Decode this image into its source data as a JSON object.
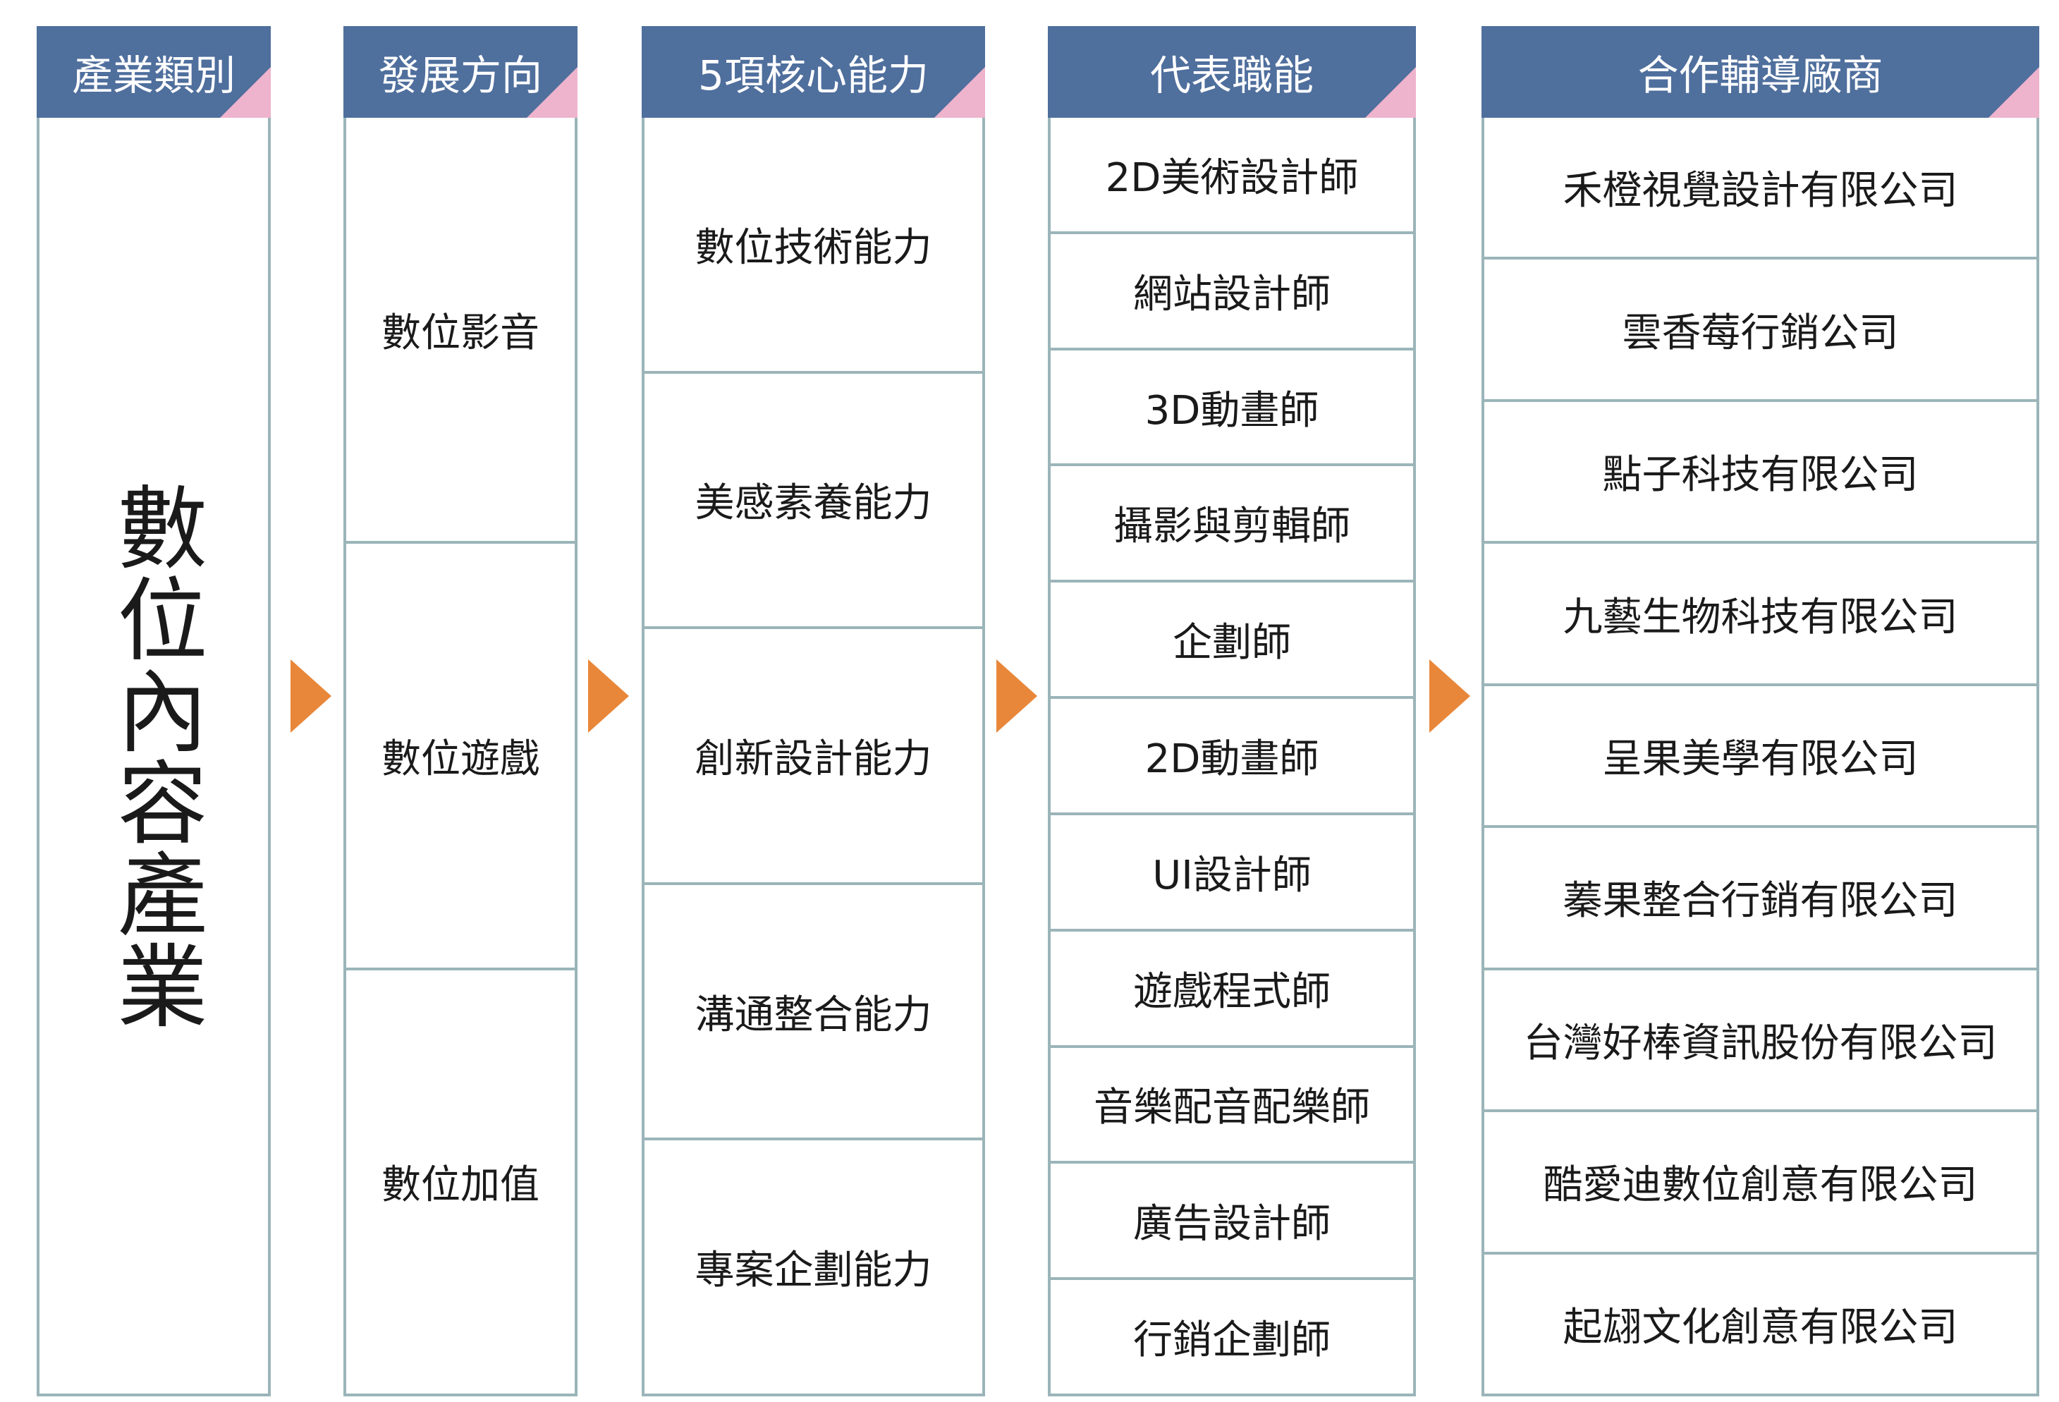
{
  "columns": [
    {
      "header": "產業類別",
      "cells": [
        "數位內容產業"
      ]
    },
    {
      "header": "發展方向",
      "cells": [
        "數位影音",
        "數位遊戲",
        "數位加值"
      ]
    },
    {
      "header": "5項核心能力",
      "cells": [
        "數位技術能力",
        "美感素養能力",
        "創新設計能力",
        "溝通整合能力",
        "專案企劃能力"
      ]
    },
    {
      "header": "代表職能",
      "cells": [
        "2D美術設計師",
        "網站設計師",
        "3D動畫師",
        "攝影與剪輯師",
        "企劃師",
        "2D動畫師",
        "UI設計師",
        "遊戲程式師",
        "音樂配音配樂師",
        "廣告設計師",
        "行銷企劃師"
      ]
    },
    {
      "header": "合作輔導廠商",
      "cells": [
        "禾橙視覺設計有限公司",
        "雲香莓行銷公司",
        "點子科技有限公司",
        "九藝生物科技有限公司",
        "呈果美學有限公司",
        "蓁果整合行銷有限公司",
        "台灣好棒資訊股份有限公司",
        "酷愛迪數位創意有限公司",
        "起翃文化創意有限公司"
      ]
    }
  ],
  "colors": {
    "header_bg": "#4f6f9d",
    "header_corner": "#eeb3cd",
    "border": "#9bb5b9",
    "arrow": "#e8873a"
  }
}
